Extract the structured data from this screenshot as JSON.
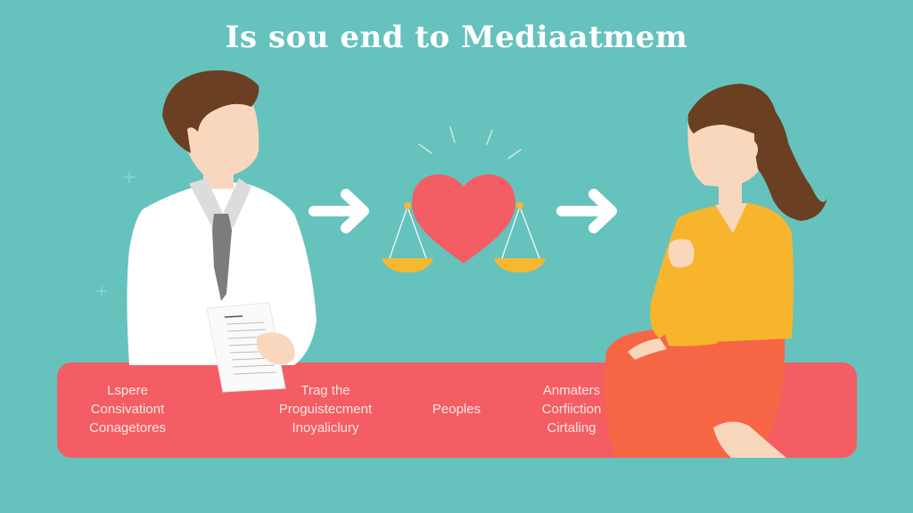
{
  "title": "Is sou end to Mediaatmem",
  "colors": {
    "background": "#66c2bd",
    "banner": "#f45d63",
    "heart": "#f45d63",
    "scale_pan": "#f7b731",
    "hair": "#6b3f22",
    "skin": "#f9d7bd",
    "coat": "#ffffff",
    "tie": "#7c7c7c",
    "sweater": "#f6b52c",
    "skirt": "#f76644"
  },
  "icons": {
    "left_arrow": "arrow-right-icon",
    "center": "heart-scale-icon",
    "right_arrow": "arrow-right-icon",
    "document": "document-icon"
  },
  "banner": {
    "labels": [
      {
        "lines": [
          "Lspere",
          "Consivationt",
          "Conagetores"
        ]
      },
      {
        "lines": [
          "Trag the",
          "Proguistecment",
          "Inoyaliclury"
        ]
      },
      {
        "lines": [
          "Peoples"
        ]
      },
      {
        "lines": [
          "Anmaters",
          "Corfiiction",
          "Cirtaling"
        ]
      }
    ]
  },
  "figures": {
    "left": "doctor-figure",
    "right": "woman-figure"
  }
}
